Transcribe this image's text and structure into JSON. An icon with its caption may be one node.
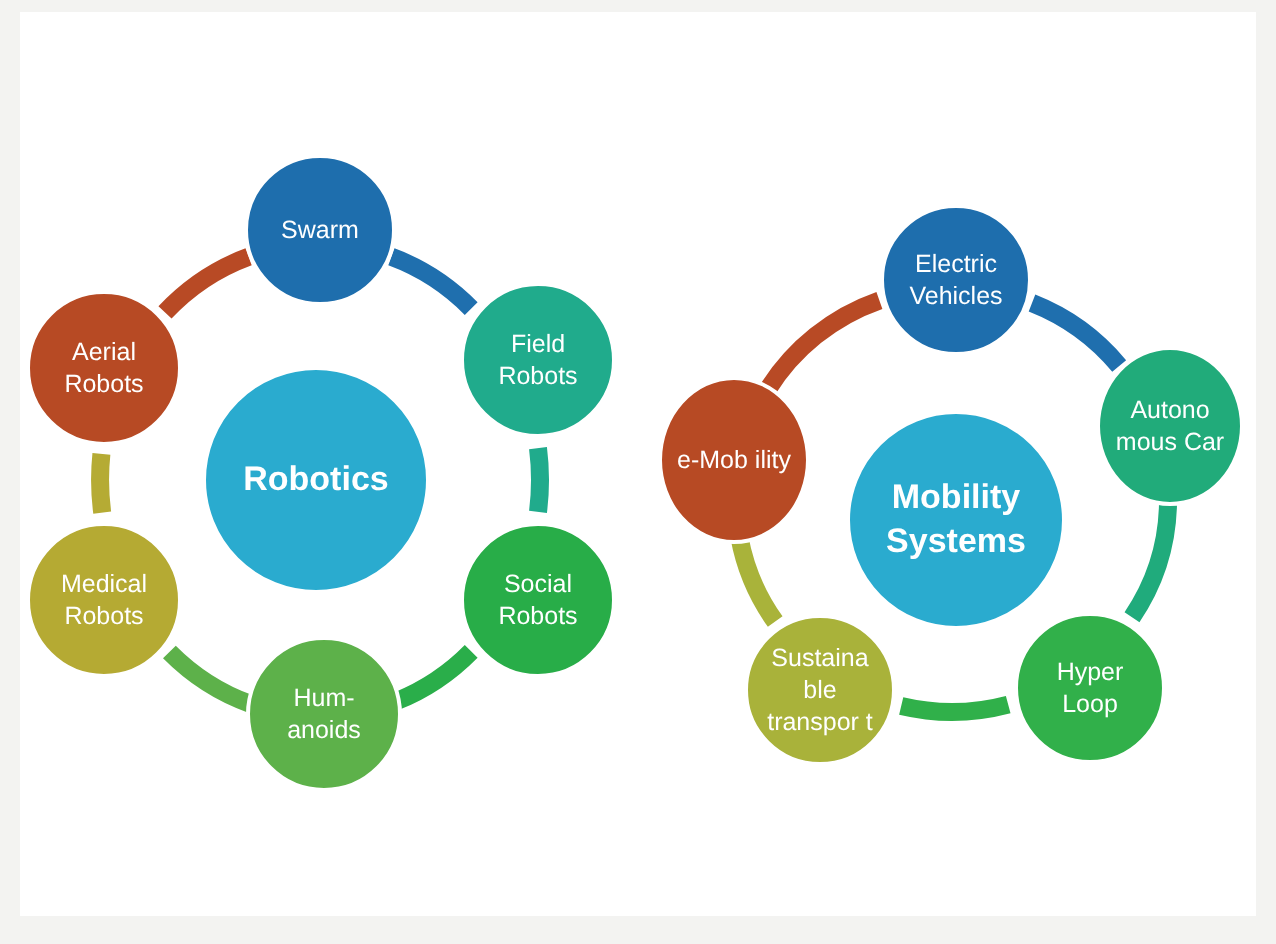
{
  "diagram": {
    "nodes": [
      {
        "text": [
          "Robotics"
        ]
      },
      {
        "text": [
          "Swarm"
        ]
      },
      {
        "text": [
          "Field Robots"
        ]
      },
      {
        "text": [
          "Social Robots"
        ]
      },
      {
        "text": [
          "Hum- anoids"
        ]
      },
      {
        "text": [
          "Medical Robots"
        ]
      },
      {
        "text": [
          "Aerial Robots"
        ]
      },
      {
        "text": [
          "Mobility Systems"
        ]
      },
      {
        "text": [
          "Electric Vehicles"
        ]
      },
      {
        "text": [
          "Autono mous Car"
        ]
      },
      {
        "text": [
          "Hyper Loop"
        ]
      },
      {
        "text": [
          "Sustaina ble transpor t"
        ]
      },
      {
        "text": [
          "e-Mob ility"
        ]
      }
    ],
    "edges": [
      {
        "from": 1,
        "to": 2,
        "arrow": "none",
        "color": "#1f6fae"
      },
      {
        "from": 2,
        "to": 3,
        "arrow": "none",
        "color": "#20ab8c"
      },
      {
        "from": 3,
        "to": 4,
        "arrow": "none",
        "color": "#2aae4a"
      },
      {
        "from": 4,
        "to": 5,
        "arrow": "none",
        "color": "#5db14a"
      },
      {
        "from": 5,
        "to": 6,
        "arrow": "none",
        "color": "#b5ab34"
      },
      {
        "from": 6,
        "to": 1,
        "arrow": "none",
        "color": "#b84a25"
      },
      {
        "from": 8,
        "to": 9,
        "arrow": "none",
        "color": "#1f6fae"
      },
      {
        "from": 9,
        "to": 10,
        "arrow": "none",
        "color": "#20ab7c"
      },
      {
        "from": 10,
        "to": 11,
        "arrow": "none",
        "color": "#30b04a"
      },
      {
        "from": 11,
        "to": 12,
        "arrow": "none",
        "color": "#a9b33a"
      },
      {
        "from": 12,
        "to": 8,
        "arrow": "none",
        "color": "#b84a25"
      }
    ]
  }
}
